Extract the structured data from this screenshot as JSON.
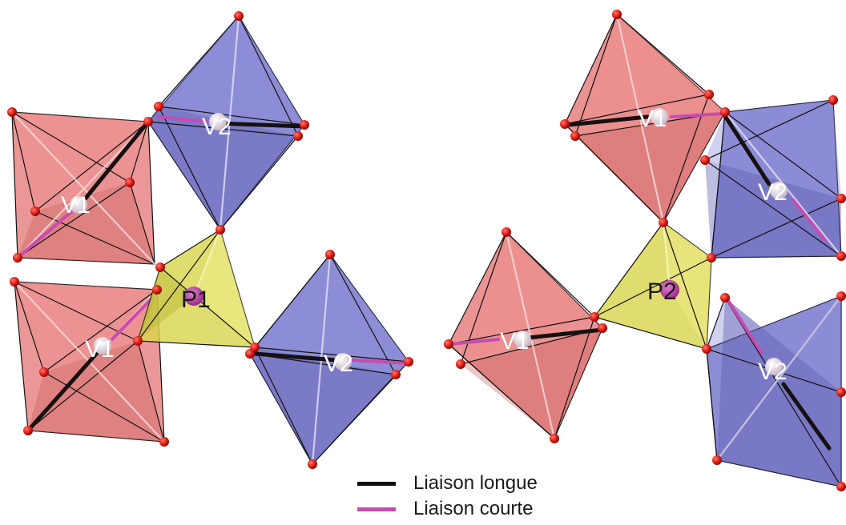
{
  "labels": {
    "v1_left_top": "V1",
    "v2_left_top": "V2",
    "p1": "P1",
    "v1_left_bottom": "V1",
    "v2_left_bottom": "V2",
    "v1_right_top": "V1",
    "v2_right_top": "V2",
    "p2": "P2",
    "v1_right_bottom": "V1",
    "v2_right_bottom": "V2"
  },
  "legend": {
    "items": [
      {
        "label": "Liaison longue",
        "color": "#111111"
      },
      {
        "label": "Liaison courte",
        "color": "#c84bb0"
      }
    ]
  },
  "colors": {
    "v1_polyhedron": "#e36f6f",
    "v2_polyhedron": "#6f70c8",
    "p_tetrahedron": "#d9d64f",
    "oxygen_atom": "#e11e16",
    "long_bond": "#111111",
    "short_bond": "#c84bb0"
  }
}
